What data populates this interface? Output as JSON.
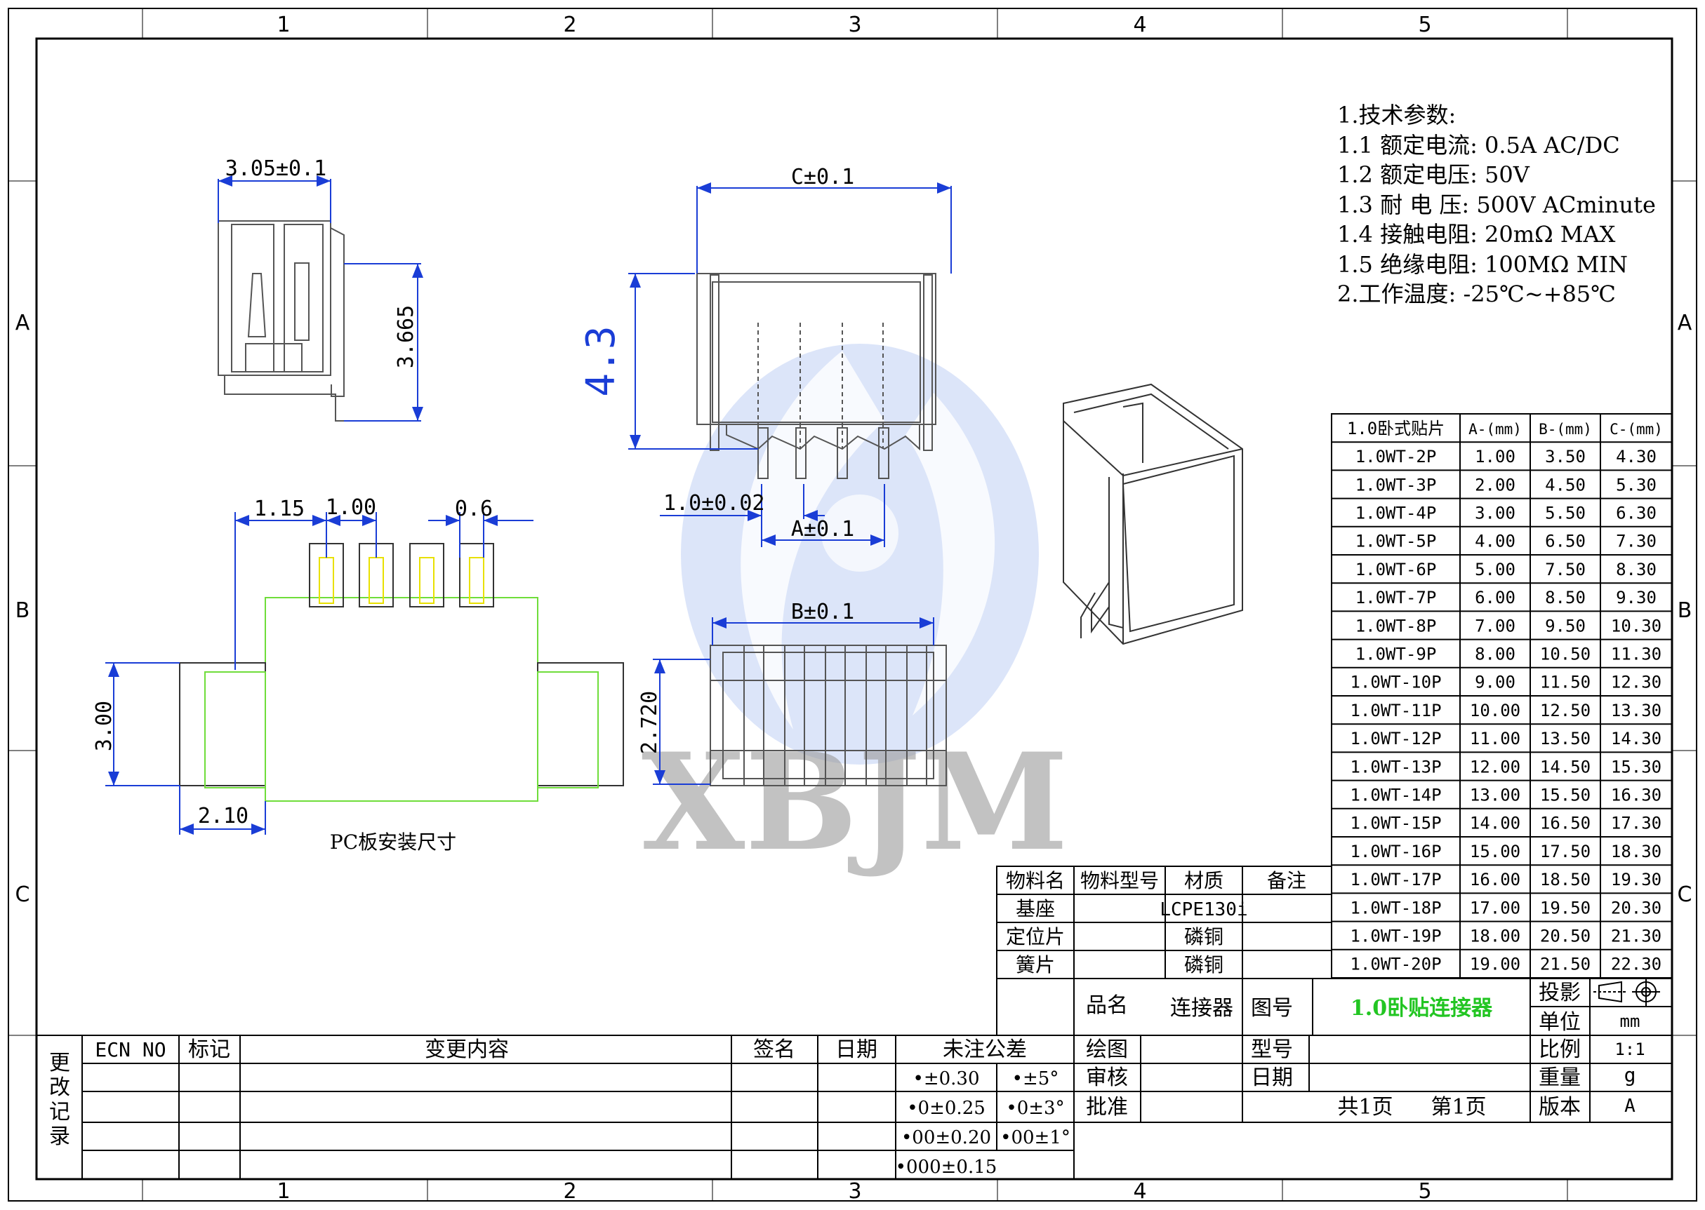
{
  "frame": {
    "columns": [
      "1",
      "2",
      "3",
      "4",
      "5"
    ],
    "rows": [
      "A",
      "B",
      "C"
    ]
  },
  "specs": {
    "heading": "1.技术参数:",
    "lines": [
      "1.1 额定电流: 0.5A AC/DC",
      "1.2 额定电压: 50V",
      "1.3 耐 电 压: 500V ACminute",
      "1.4 接触电阻: 20mΩ MAX",
      "1.5 绝缘电阻: 100MΩ MIN"
    ],
    "temperature": "2.工作温度: -25℃~+85℃"
  },
  "dimensions": {
    "side_width": "3.05±0.1",
    "side_height": "3.665",
    "front_width": "C±0.1",
    "front_height": "4.3",
    "pitch": "1.0±0.02",
    "span_a": "A±0.1",
    "bottom_width": "B±0.1",
    "bottom_depth": "2.720",
    "pcb_offset": "1.15",
    "pcb_pitch": "1.00",
    "pcb_pad_width": "0.6",
    "pcb_height": "3.00",
    "pcb_tab_width": "2.10",
    "pcb_caption": "PC板安装尺寸"
  },
  "watermark": "XBJM",
  "size_table": {
    "headers": [
      "1.0卧式贴片",
      "A-(mm)",
      "B-(mm)",
      "C-(mm)"
    ],
    "rows": [
      [
        "1.0WT-2P",
        "1.00",
        "3.50",
        "4.30"
      ],
      [
        "1.0WT-3P",
        "2.00",
        "4.50",
        "5.30"
      ],
      [
        "1.0WT-4P",
        "3.00",
        "5.50",
        "6.30"
      ],
      [
        "1.0WT-5P",
        "4.00",
        "6.50",
        "7.30"
      ],
      [
        "1.0WT-6P",
        "5.00",
        "7.50",
        "8.30"
      ],
      [
        "1.0WT-7P",
        "6.00",
        "8.50",
        "9.30"
      ],
      [
        "1.0WT-8P",
        "7.00",
        "9.50",
        "10.30"
      ],
      [
        "1.0WT-9P",
        "8.00",
        "10.50",
        "11.30"
      ],
      [
        "1.0WT-10P",
        "9.00",
        "11.50",
        "12.30"
      ],
      [
        "1.0WT-11P",
        "10.00",
        "12.50",
        "13.30"
      ],
      [
        "1.0WT-12P",
        "11.00",
        "13.50",
        "14.30"
      ],
      [
        "1.0WT-13P",
        "12.00",
        "14.50",
        "15.30"
      ],
      [
        "1.0WT-14P",
        "13.00",
        "15.50",
        "16.30"
      ],
      [
        "1.0WT-15P",
        "14.00",
        "16.50",
        "17.30"
      ],
      [
        "1.0WT-16P",
        "15.00",
        "17.50",
        "18.30"
      ],
      [
        "1.0WT-17P",
        "16.00",
        "18.50",
        "19.30"
      ],
      [
        "1.0WT-18P",
        "17.00",
        "19.50",
        "20.30"
      ],
      [
        "1.0WT-19P",
        "18.00",
        "20.50",
        "21.30"
      ],
      [
        "1.0WT-20P",
        "19.00",
        "21.50",
        "22.30"
      ]
    ]
  },
  "materials": {
    "headers": [
      "物料名",
      "物料型号",
      "材质",
      "备注"
    ],
    "rows": [
      [
        "基座",
        "",
        "LCPE130i",
        ""
      ],
      [
        "定位片",
        "",
        "磷铜",
        ""
      ],
      [
        "簧片",
        "",
        "磷铜",
        ""
      ]
    ]
  },
  "title_block": {
    "product_label": "品名",
    "product_value": "连接器",
    "drawing_label": "图号",
    "drawing_value": "1.0卧贴连接器",
    "drawing_value_color": "#22c522",
    "projection_label": "投影",
    "unit_label": "单位",
    "unit_value": "mm",
    "scale_label": "比例",
    "scale_value": "1:1",
    "weight_label": "重量",
    "weight_value": "g",
    "version_label": "版本",
    "version_value": "A",
    "draw_label": "绘图",
    "check_label": "审核",
    "approve_label": "批准",
    "model_label": "型号",
    "date_label": "日期",
    "total_pages": "共1页",
    "page_no": "第1页"
  },
  "revision": {
    "side_label": [
      "更",
      "改",
      "记",
      "录"
    ],
    "headers": [
      "ECN NO",
      "标记",
      "变更内容",
      "签名",
      "日期",
      "未注公差"
    ],
    "tolerances": [
      [
        "•±0.30",
        "•±5°"
      ],
      [
        "•0±0.25",
        "•0±3°"
      ],
      [
        "•00±0.20",
        "•00±1°"
      ],
      [
        "•000±0.15",
        ""
      ]
    ]
  },
  "colors": {
    "dimension_blue": "#1a3dd6",
    "pcb_green": "#6fdd3a",
    "pad_yellow": "#e8e000",
    "watermark_blue": "#4a78e0",
    "watermark_grey": "#9a9a9a"
  }
}
